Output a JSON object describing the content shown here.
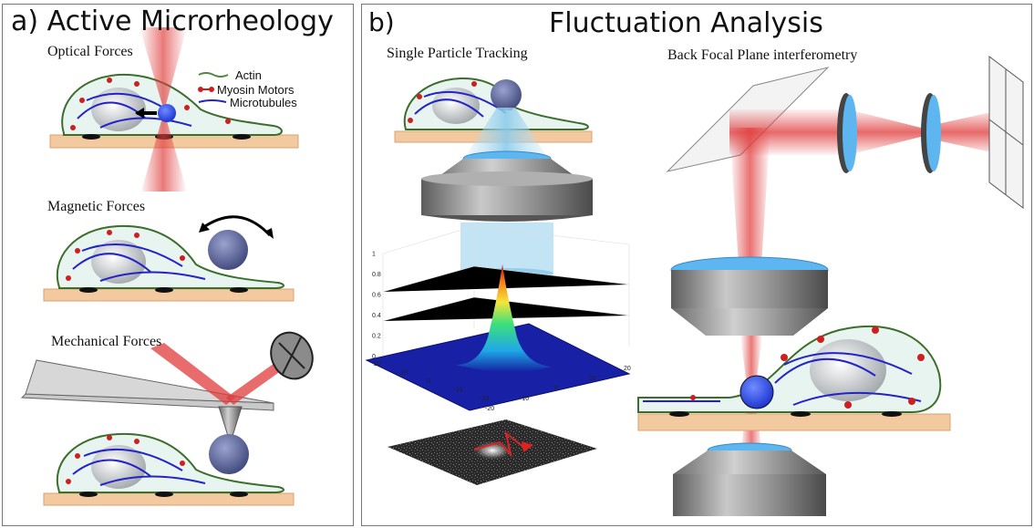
{
  "panel_a": {
    "label": "a)",
    "title": "Active Microrheology",
    "sections": [
      "Optical Forces",
      "Magnetic Forces",
      "Mechanical Forces"
    ],
    "legend": [
      "Actin",
      "Myosin Motors",
      "Microtubules"
    ]
  },
  "panel_b": {
    "label": "b)",
    "title": "Fluctuation Analysis",
    "left_heading": "Single Particle Tracking",
    "right_heading": "Back Focal Plane interferometry",
    "z_ticks": [
      "0",
      "0.2",
      "0.4",
      "0.6",
      "0.8",
      "1"
    ],
    "x_ticks": [
      "20",
      "10",
      "0",
      "-10",
      "-20"
    ],
    "y_ticks": [
      "-20",
      "-10",
      "0",
      "10",
      "20"
    ]
  },
  "colors": {
    "substrate": "#f3c9a0",
    "substrate_edge": "#d9a270",
    "actin": "#4f8a3a",
    "myosin": "#cc1f1f",
    "microtubule": "#2323c8",
    "laser": "#e03b3b",
    "bead": "#6f79a8",
    "lens_glass": "#5db6f0"
  }
}
